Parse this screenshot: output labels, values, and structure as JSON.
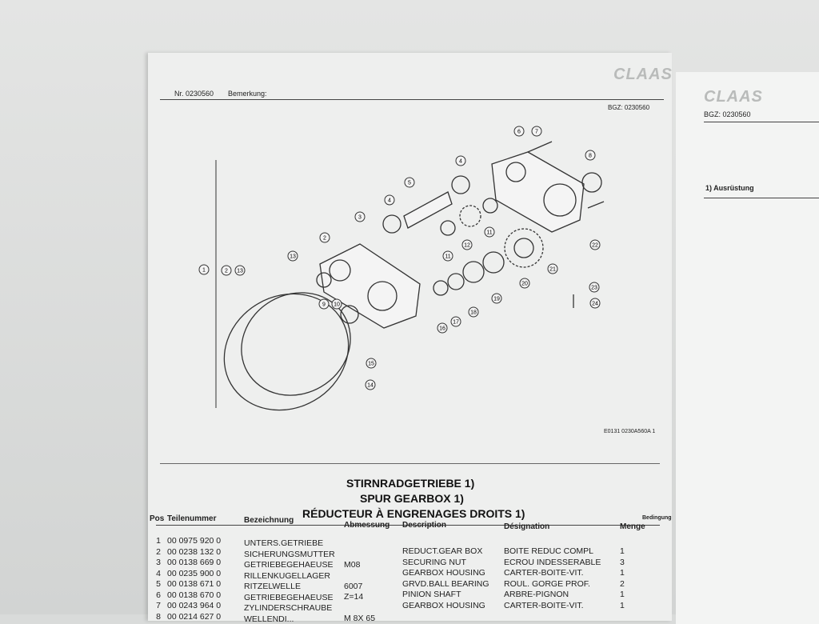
{
  "left_page": {
    "nr": "Nr. 0230560",
    "remark": "Bemerkung:",
    "logo": "CLAAS",
    "bgz": "BGZ: 0230560",
    "figure_id": "E0131 0230A560A 1",
    "callouts": [
      "1",
      "2",
      "13",
      "13",
      "2",
      "3",
      "4",
      "5",
      "4",
      "6",
      "7",
      "8",
      "22",
      "21",
      "20",
      "19",
      "18",
      "17",
      "16",
      "11",
      "12",
      "11",
      "9",
      "10",
      "15",
      "14",
      "23",
      "24"
    ],
    "titles": [
      "STIRNRADGETRIEBE  1)",
      "SPUR GEARBOX  1)",
      "RÉDUCTEUR À ENGRENAGES DROITS  1)"
    ],
    "table": {
      "headers": [
        "Pos",
        "Teilenummer",
        "Bezeichnung",
        "Abmessung",
        "Description",
        "Désignation",
        "Menge",
        "Bedingung"
      ],
      "rows": [
        [
          "1",
          "00 0975 920 0",
          "UNTERS.GETRIEBE",
          "",
          "REDUCT.GEAR BOX",
          "BOITE REDUC COMPL",
          "1"
        ],
        [
          "2",
          "00 0238 132 0",
          "SICHERUNGSMUTTER",
          "M08",
          "SECURING NUT",
          "ECROU INDESSERABLE",
          "3"
        ],
        [
          "3",
          "00 0138 669 0",
          "GETRIEBEGEHAEUSE",
          "",
          "GEARBOX HOUSING",
          "CARTER-BOITE-VIT.",
          "1"
        ],
        [
          "4",
          "00 0235 900 0",
          "RILLENKUGELLAGER",
          "6007",
          "GRVD.BALL BEARING",
          "ROUL. GORGE PROF.",
          "2"
        ],
        [
          "5",
          "00 0138 671 0",
          "RITZELWELLE",
          "Z=14",
          "PINION SHAFT",
          "ARBRE-PIGNON",
          "1"
        ],
        [
          "6",
          "00 0138 670 0",
          "GETRIEBEGEHAEUSE",
          "",
          "GEARBOX HOUSING",
          "CARTER-BOITE-VIT.",
          "1"
        ],
        [
          "7",
          "00 0243 964 0",
          "ZYLINDERSCHRAUBE",
          "M 8X 65",
          "",
          "",
          ""
        ],
        [
          "8",
          "00 0214 627 0",
          "WELLENDI...",
          "",
          "",
          "",
          ""
        ]
      ]
    }
  },
  "right_page": {
    "logo": "CLAAS",
    "bgz": "BGZ: 0230560",
    "section": "1)   Ausrüstung"
  }
}
